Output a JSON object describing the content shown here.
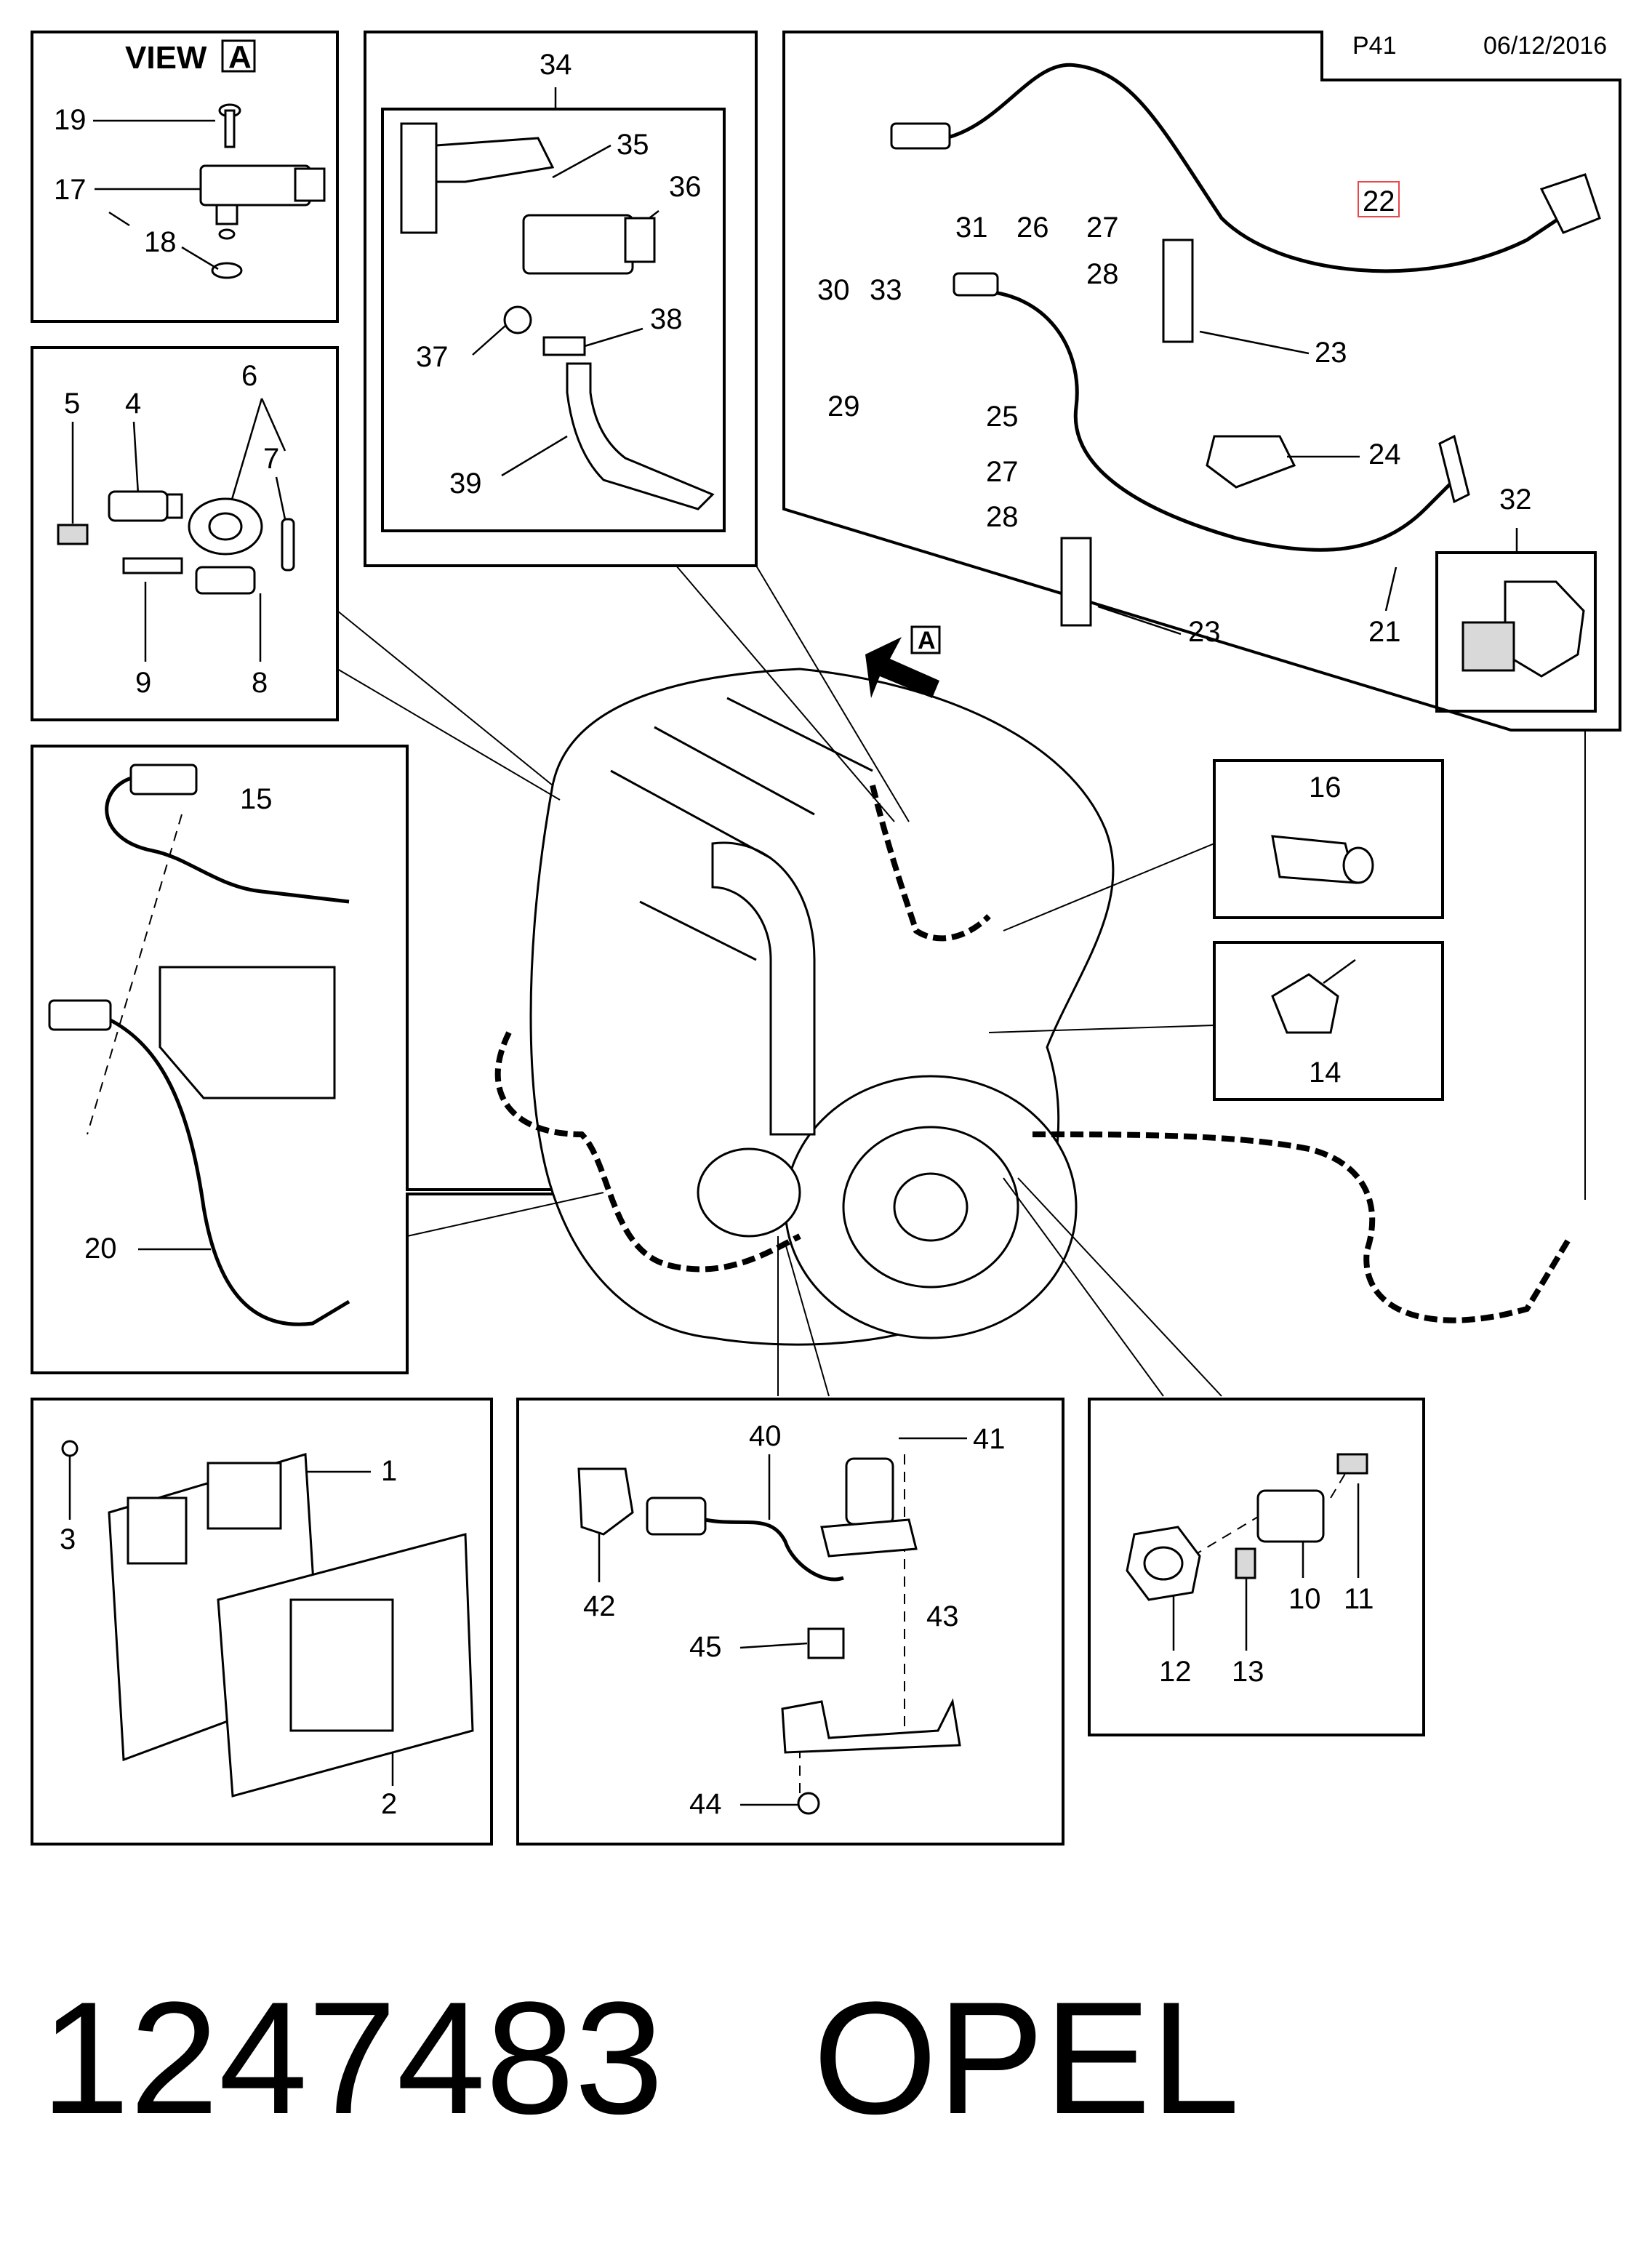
{
  "header": {
    "page": "P41",
    "date": "06/12/2016"
  },
  "footer": {
    "part_number": "1247483",
    "brand": "OPEL"
  },
  "view_label": {
    "text": "VIEW",
    "marker": "A"
  },
  "engine_arrow_marker": "A",
  "callouts": {
    "c1": "1",
    "c2": "2",
    "c3": "3",
    "c4": "4",
    "c5": "5",
    "c6": "6",
    "c7": "7",
    "c8": "8",
    "c9": "9",
    "c10": "10",
    "c11": "11",
    "c12": "12",
    "c13": "13",
    "c14": "14",
    "c15": "15",
    "c16": "16",
    "c17": "17",
    "c18": "18",
    "c19": "19",
    "c20": "20",
    "c21": "21",
    "c22": "22",
    "c23a": "23",
    "c23b": "23",
    "c24": "24",
    "c25": "25",
    "c26": "26",
    "c27a": "27",
    "c27b": "27",
    "c28a": "28",
    "c28b": "28",
    "c29": "29",
    "c30": "30",
    "c31": "31",
    "c32": "32",
    "c33": "33",
    "c34": "34",
    "c35": "35",
    "c36": "36",
    "c37": "37",
    "c38": "38",
    "c39": "39",
    "c40": "40",
    "c41": "41",
    "c42": "42",
    "c43": "43",
    "c44": "44",
    "c45": "45"
  },
  "highlight": {
    "callout": "c22",
    "color": "#e8474c"
  }
}
